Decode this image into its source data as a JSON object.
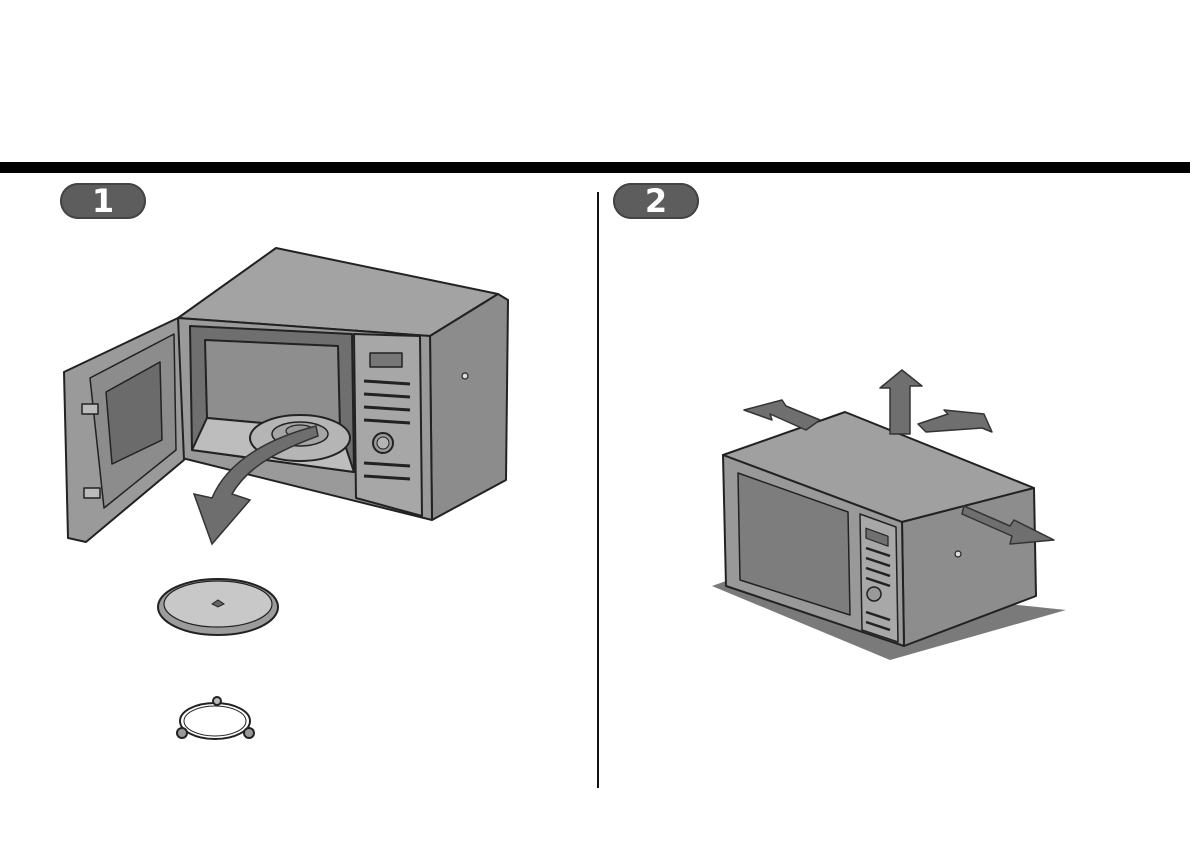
{
  "steps": [
    {
      "number": "1"
    },
    {
      "number": "2"
    }
  ],
  "illustrations": {
    "step1": [
      "microwave-open-door",
      "remove-arrow-icon",
      "glass-tray",
      "roller-ring"
    ],
    "step2": [
      "microwave-closed",
      "clearance-arrows"
    ]
  },
  "colors": {
    "rule": "#000000",
    "badge": "#5d5d5d",
    "body": "#8a8a8a",
    "arrow": "#6e6e6e",
    "shadow": "#7a7a7a"
  }
}
